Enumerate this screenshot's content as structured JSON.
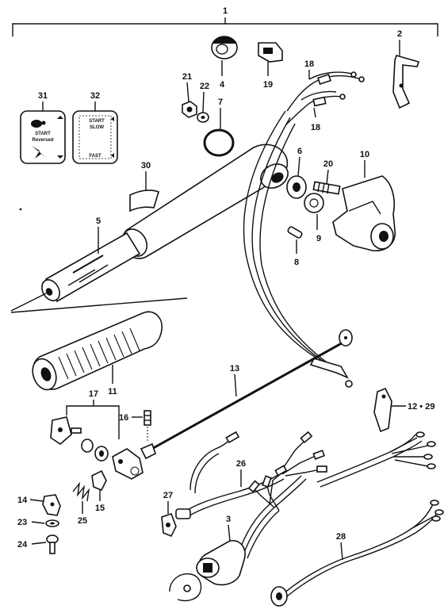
{
  "diagram": {
    "labels": {
      "p1": "1",
      "p2": "2",
      "p3": "3",
      "p4": "4",
      "p5": "5",
      "p6": "6",
      "p7": "7",
      "p8": "8",
      "p9": "9",
      "p10": "10",
      "p11": "11",
      "p12_29": "12 • 29",
      "p13": "13",
      "p14": "14",
      "p15": "15",
      "p16": "16",
      "p17": "17",
      "p18a": "18",
      "p18b": "18",
      "p19": "19",
      "p20": "20",
      "p21": "21",
      "p22": "22",
      "p23": "23",
      "p24": "24",
      "p25": "25",
      "p26": "26",
      "p27": "27",
      "p28": "28",
      "p30": "30",
      "p31": "31",
      "p32": "32"
    },
    "decal32": {
      "start": "START",
      "slow": "SLOW",
      "fast": "FAST"
    },
    "decal31": {
      "start": "START",
      "text": "Reversed"
    }
  }
}
